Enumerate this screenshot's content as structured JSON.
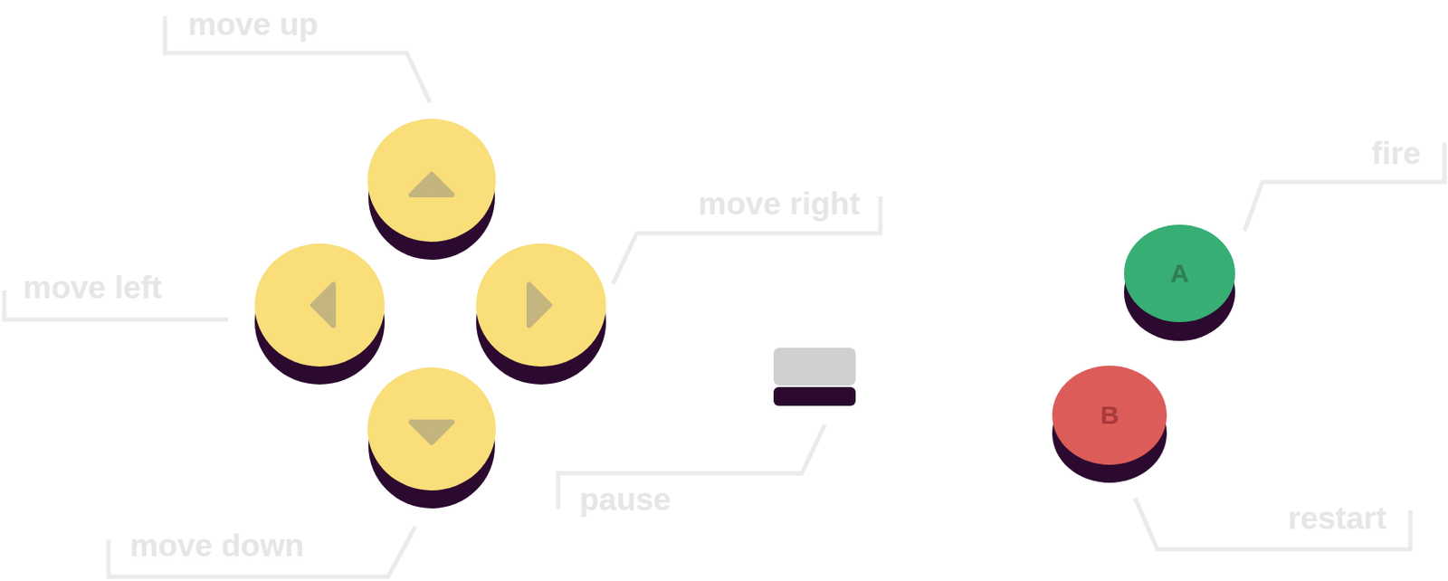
{
  "diagram": {
    "nodes": [
      {
        "text": [
          "A"
        ]
      },
      {
        "text": [
          "B"
        ]
      }
    ],
    "labels": [
      "move up",
      "move right",
      "move left",
      "move down",
      "pause",
      "fire",
      "restart"
    ]
  }
}
